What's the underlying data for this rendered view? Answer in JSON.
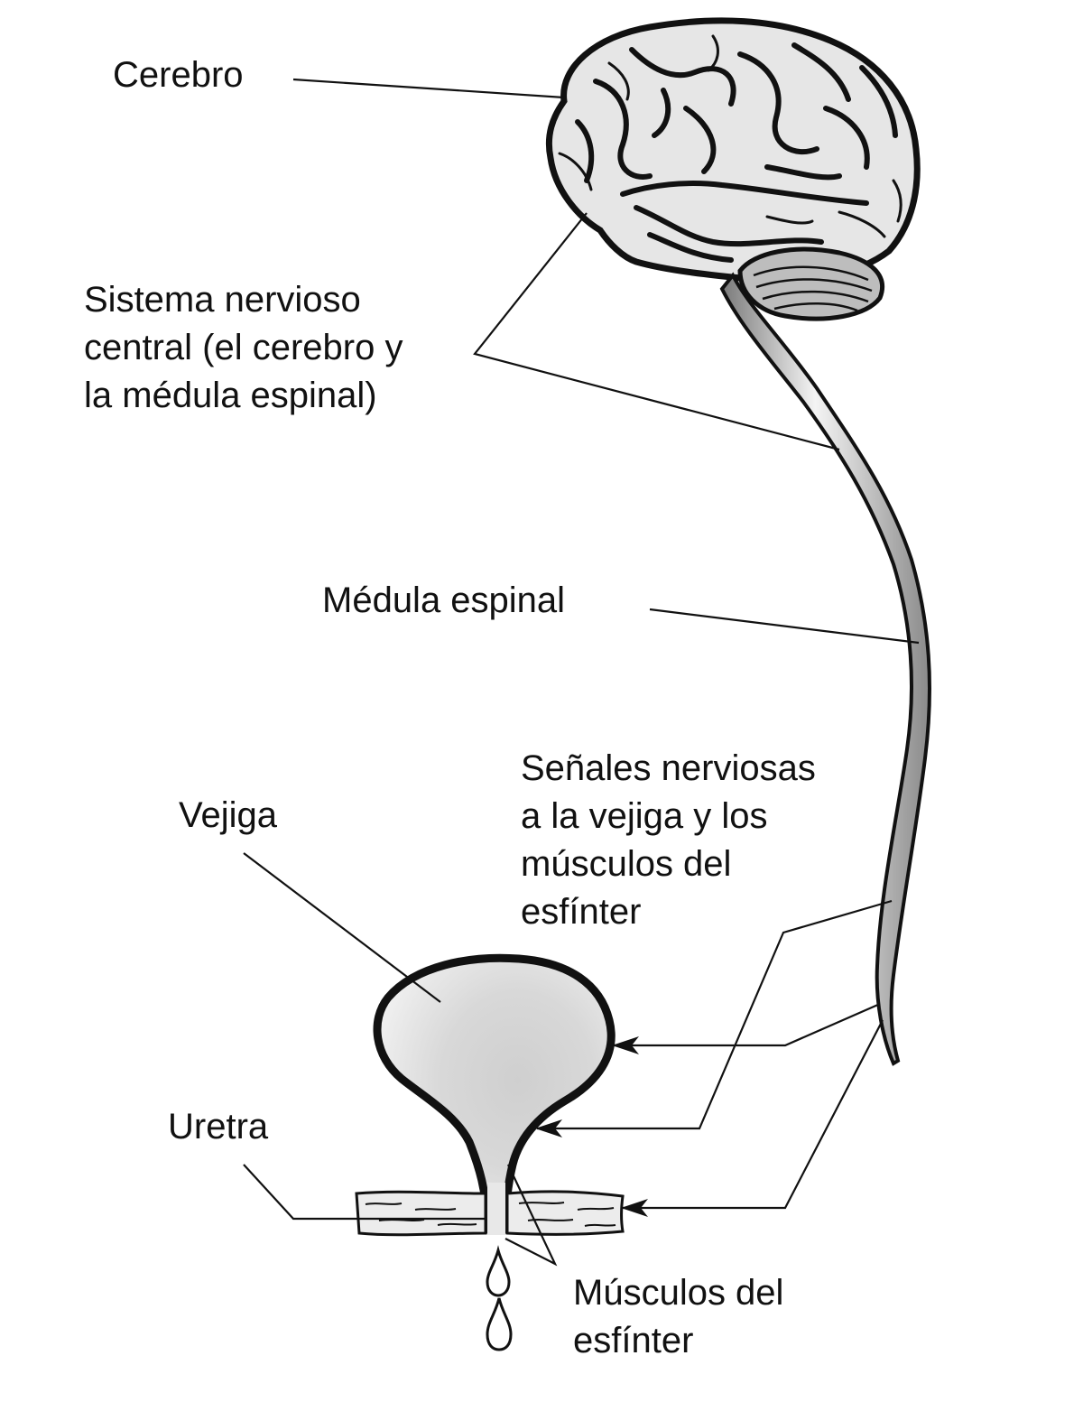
{
  "labels": {
    "cerebro": "Cerebro",
    "sistema_nervioso": [
      "Sistema nervioso",
      "central (el cerebro y",
      "la médula espinal)"
    ],
    "medula_espinal": "Médula espinal",
    "senales": [
      "Señales nerviosas",
      "a la vejiga y los",
      "músculos del",
      "esfínter"
    ],
    "vejiga": "Vejiga",
    "uretra": "Uretra",
    "musculos_esfinter": [
      "Músculos del",
      "esfínter"
    ]
  },
  "colors": {
    "outline": "#111111",
    "organ_fill": "#d9d9d9",
    "brain_fill": "#e6e6e6",
    "muscle_fill": "#ececec",
    "background": "#ffffff"
  }
}
